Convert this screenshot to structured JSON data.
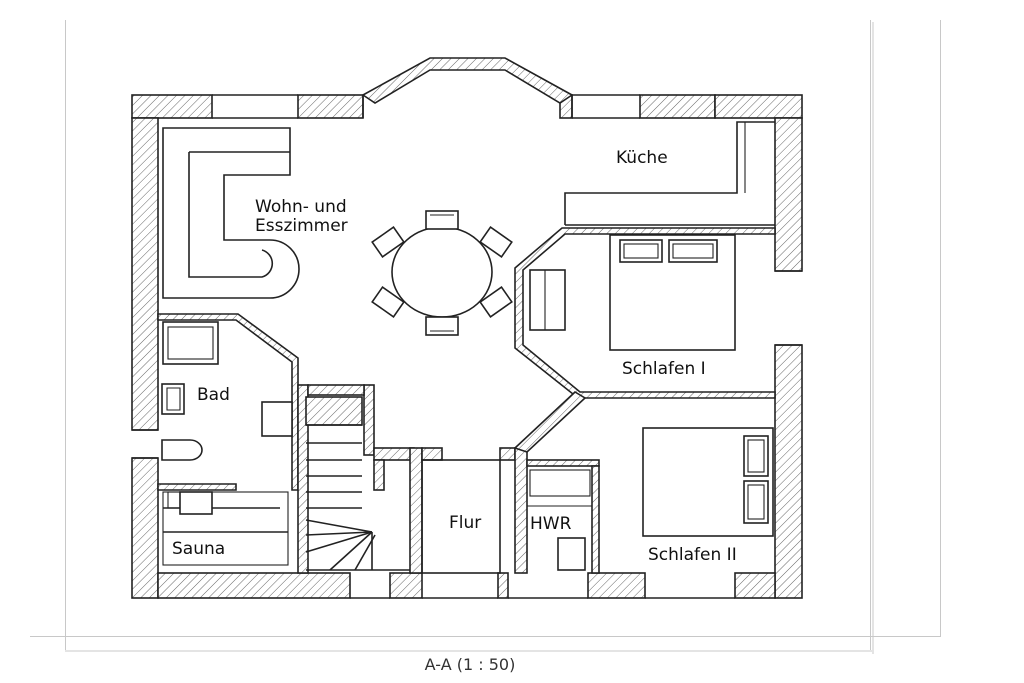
{
  "rooms": {
    "kueche": "Küche",
    "wohn_line1": "Wohn- und",
    "wohn_line2": "Esszimmer",
    "schlafen1": "Schlafen I",
    "bad": "Bad",
    "sauna": "Sauna",
    "flur": "Flur",
    "hwr": "HWR",
    "schlafen2": "Schlafen II"
  },
  "caption": "A-A (1 : 50)",
  "colors": {
    "ink": "#222222",
    "paper": "#ffffff"
  }
}
